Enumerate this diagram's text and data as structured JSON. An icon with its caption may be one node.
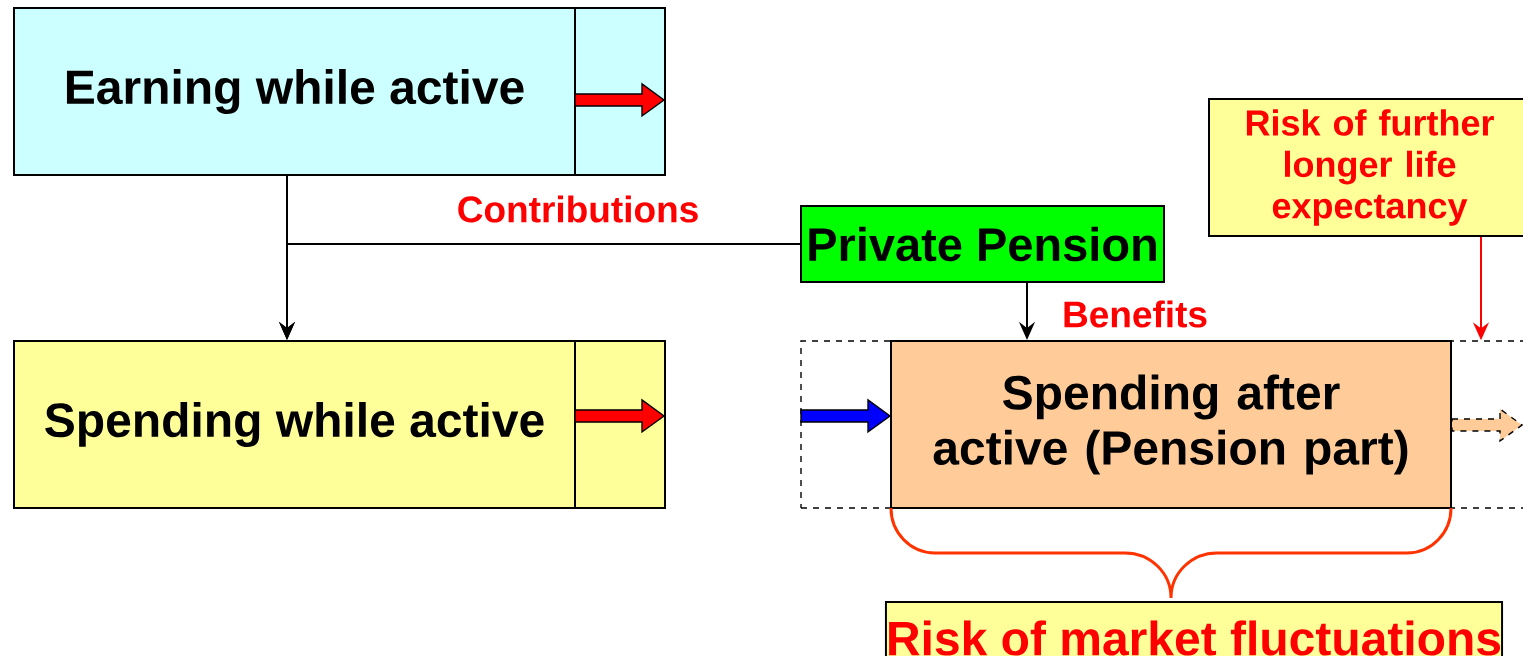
{
  "diagram": {
    "nodes": [
      {
        "text": [
          "Earning while active"
        ]
      },
      {
        "text": [
          "Spending while active"
        ]
      },
      {
        "text": [
          "Private Pension"
        ]
      },
      {
        "text": [],
        "shape": "box"
      },
      {
        "text": [
          "Spending after active (Pension part)"
        ],
        "in": 3
      },
      {
        "text": [
          "Risk of further longer life expectancy"
        ]
      },
      {
        "text": [
          "Risk of market fluctuations"
        ]
      }
    ],
    "edges": [
      {
        "from": 0,
        "to": 1,
        "arrow": "to"
      },
      {
        "from": 2,
        "to": 1,
        "arrow": "to",
        "label": "Contributions"
      },
      {
        "from": 2,
        "to": 4,
        "arrow": "to",
        "label": "Benefits"
      },
      {
        "from": 5,
        "to": 3,
        "arrow": "to",
        "color": "#ff0000"
      }
    ]
  }
}
